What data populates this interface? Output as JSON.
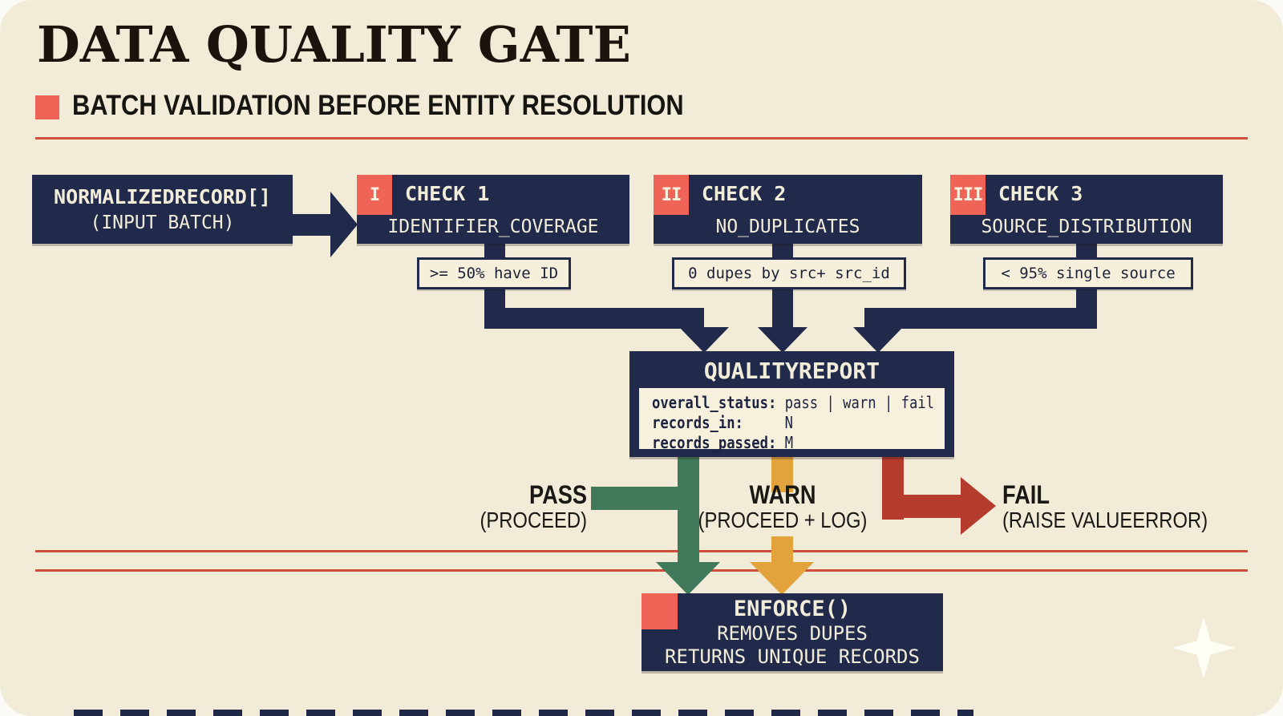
{
  "header": {
    "title": "DATA QUALITY GATE",
    "subtitle": "BATCH VALIDATION BEFORE ENTITY RESOLUTION"
  },
  "input_box": {
    "line1": "NORMALIZEDRECORD[]",
    "line2": "(INPUT BATCH)"
  },
  "checks": [
    {
      "badge": "I",
      "title": "CHECK 1",
      "name": "IDENTIFIER_COVERAGE",
      "criterion": ">= 50% have ID"
    },
    {
      "badge": "II",
      "title": "CHECK 2",
      "name": "NO_DUPLICATES",
      "criterion": "0 dupes by src+ src_id"
    },
    {
      "badge": "III",
      "title": "CHECK 3",
      "name": "SOURCE_DISTRIBUTION",
      "criterion": "< 95% single source"
    }
  ],
  "report": {
    "title": "QUALITYREPORT",
    "lines": [
      {
        "label": "overall_status:",
        "value": " pass | warn | fail"
      },
      {
        "label": "records_in:",
        "value": "     N"
      },
      {
        "label": "records_passed:",
        "value": " M"
      }
    ]
  },
  "outcomes": [
    {
      "label": "PASS",
      "sub": "(PROCEED)",
      "color": "#41795b"
    },
    {
      "label": "WARN",
      "sub": "(PROCEED + LOG)",
      "color": "#e2a33c"
    },
    {
      "label": "FAIL",
      "sub": "(RAISE VALUEERROR)",
      "color": "#b53b2d"
    }
  ],
  "enforce": {
    "title": "ENFORCE()",
    "line2": "REMOVES DUPES",
    "line3": "RETURNS UNIQUE RECORDS"
  },
  "colors": {
    "navy": "#212a4a",
    "salmon_accent": "#ef6457",
    "cream_background": "#f1ebd7",
    "pass_green": "#41795b",
    "warn_amber": "#e2a33c",
    "fail_red": "#b53b2d",
    "divider_red": "#cf4e3c",
    "ink": "#1c140c"
  }
}
